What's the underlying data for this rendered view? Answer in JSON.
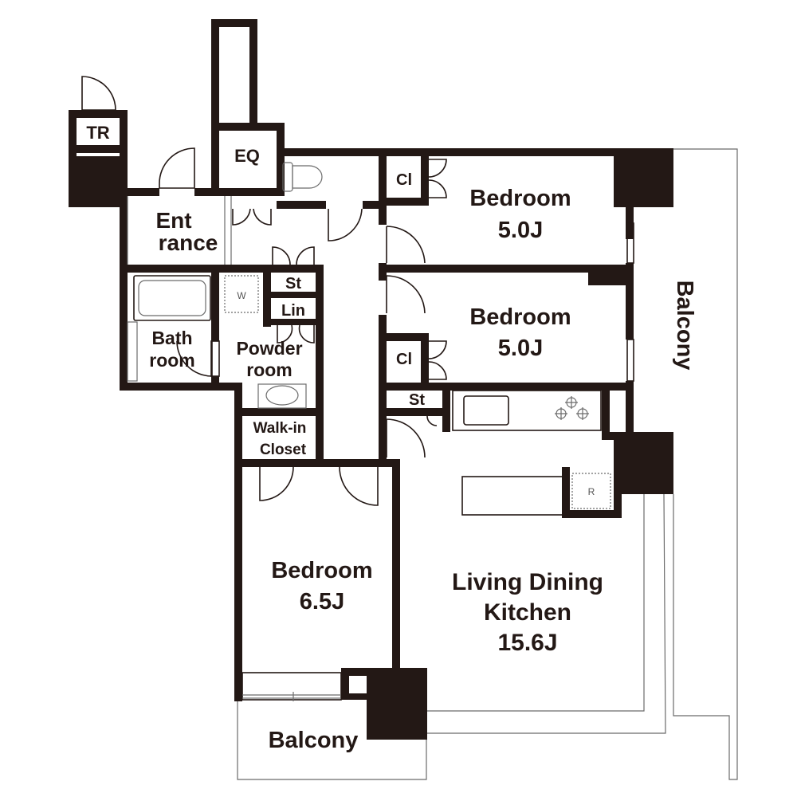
{
  "rooms": {
    "tr": "TR",
    "eq": "EQ",
    "entrance": [
      "Ent",
      "rance"
    ],
    "bath": [
      "Bath",
      "room"
    ],
    "powder": [
      "Powder",
      "room"
    ],
    "st_upper": "St",
    "lin": "Lin",
    "walkin": [
      "Walk-in",
      "Closet"
    ],
    "cl_upper": "Cl",
    "cl_lower": "Cl",
    "st_kitchen": "St",
    "bedroom_top": [
      "Bedroom",
      "5.0J"
    ],
    "bedroom_mid": [
      "Bedroom",
      "5.0J"
    ],
    "bedroom_bottom": [
      "Bedroom",
      "6.5J"
    ],
    "ldk": [
      "Living Dining",
      "Kitchen",
      "15.6J"
    ],
    "balcony_right": "Balcony",
    "balcony_bottom": "Balcony"
  },
  "fixtures": {
    "washer": "W",
    "fridge": "R"
  },
  "colors": {
    "wall": "#231815"
  }
}
